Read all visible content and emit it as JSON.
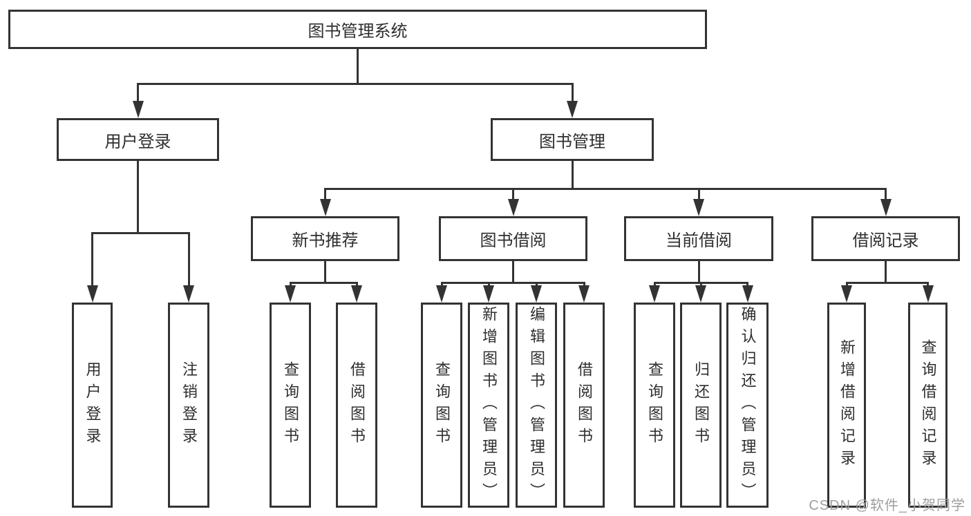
{
  "diagram": {
    "title": "图书管理系统",
    "branches": {
      "user_login": {
        "label": "用户登录",
        "children": [
          "用户登录",
          "注销登录"
        ]
      },
      "book_management": {
        "label": "图书管理",
        "sections": {
          "new_book_recommend": {
            "label": "新书推荐",
            "children": [
              "查询图书",
              "借阅图书"
            ]
          },
          "book_borrowing": {
            "label": "图书借阅",
            "children": [
              "查询图书",
              "新增图书（管理员）",
              "编辑图书（管理员）",
              "借阅图书"
            ]
          },
          "current_borrowing": {
            "label": "当前借阅",
            "children": [
              "查询图书",
              "归还图书",
              "确认归还（管理员）"
            ]
          },
          "borrowing_records": {
            "label": "借阅记录",
            "children": [
              "新增借阅记录",
              "查询借阅记录"
            ]
          }
        }
      }
    },
    "colors": {
      "line": "#333333",
      "text": "#2e2e2e",
      "watermark": "#9e9e9e"
    }
  },
  "watermark": {
    "text": "CSDN @软件_小贺同学"
  }
}
